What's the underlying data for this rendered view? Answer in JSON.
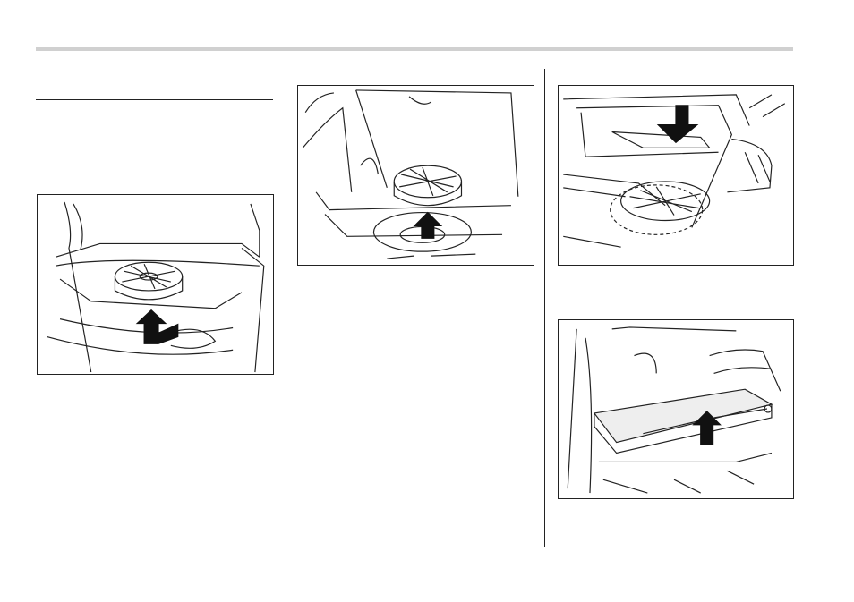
{
  "page": {
    "header_bar_color": "#d0d0d0",
    "line_color": "#222222"
  },
  "figures": [
    {
      "id": "fig-sedan-trunk",
      "icon": "up-arrow-icon"
    },
    {
      "id": "fig-wagon-cargo-lift",
      "icon": "up-arrow-icon"
    },
    {
      "id": "fig-wagon-cargo-lower",
      "icon": "down-arrow-icon"
    },
    {
      "id": "fig-cargo-floor-board",
      "icon": "up-arrow-icon"
    }
  ]
}
